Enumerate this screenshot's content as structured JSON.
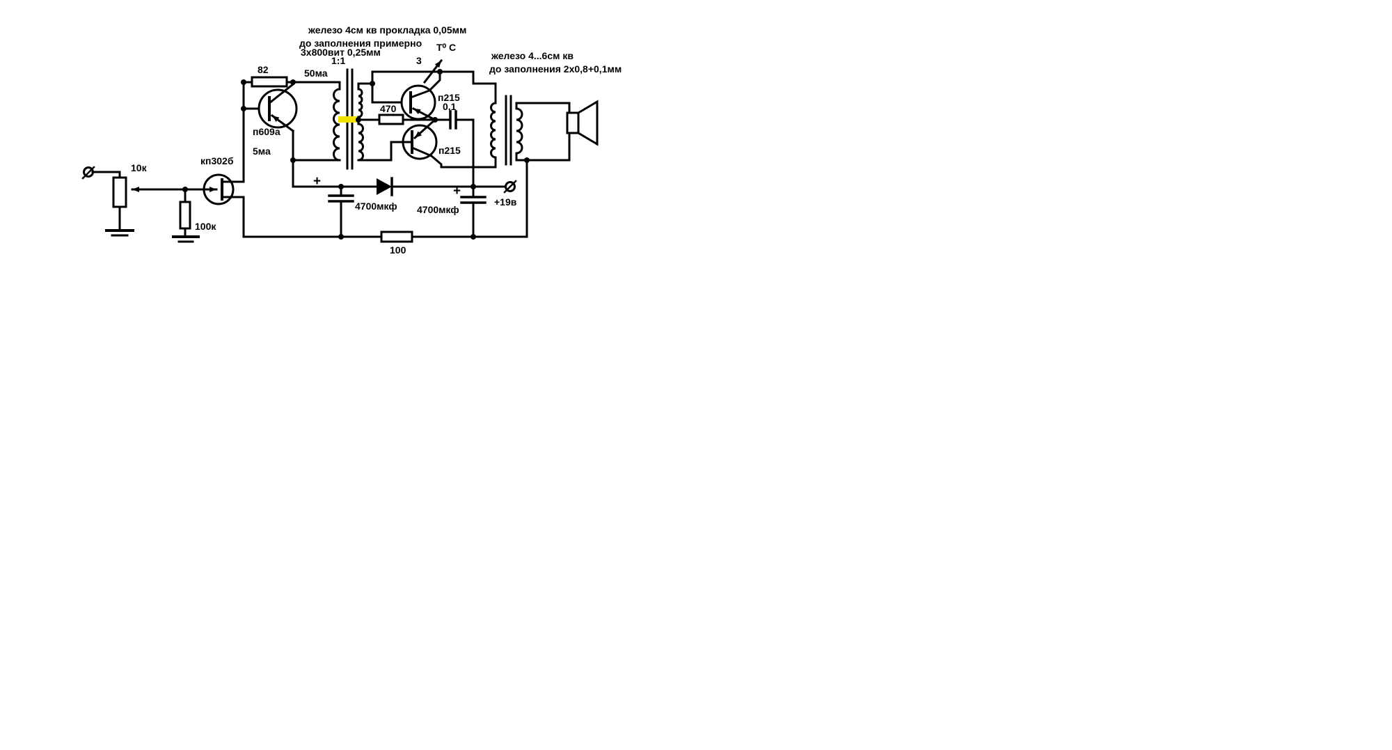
{
  "colors": {
    "background": "#ffffff",
    "wire": "#000000",
    "resistor_fill": "#f2e203",
    "resistor_stroke": "#8f8400"
  },
  "schematic": {
    "notes": {
      "interstage_core": "железо 4см кв  прокладка 0,05мм",
      "interstage_fill": "до заполнения примерно",
      "interstage_winding": "3х800вит 0,25мм",
      "interstage_ratio": "1:1",
      "thermistor_temp": "Т⁰ С",
      "output_core": "железо 4...6см кв",
      "output_winding": "до заполнения 2х0,8+0,1мм"
    },
    "parts": {
      "volume_pot": "10к",
      "gate_resistor": "100к",
      "input_fet": "кп302б",
      "driver_transistor": "п609а",
      "driver_current": "5ма",
      "driver_load_resistor": "82",
      "stage_current": "50ма",
      "bias_resistor": "470",
      "thermistor_value": "3",
      "upper_output_transistor": "п215",
      "lower_output_transistor": "п215",
      "emitter_cap": "0,1",
      "filter_cap_1": "4700мкф",
      "filter_cap_2": "4700мкф",
      "cap1_polarity": "+",
      "cap2_polarity": "+",
      "supply_voltage": "+19в",
      "feedback_resistor": "100"
    }
  }
}
